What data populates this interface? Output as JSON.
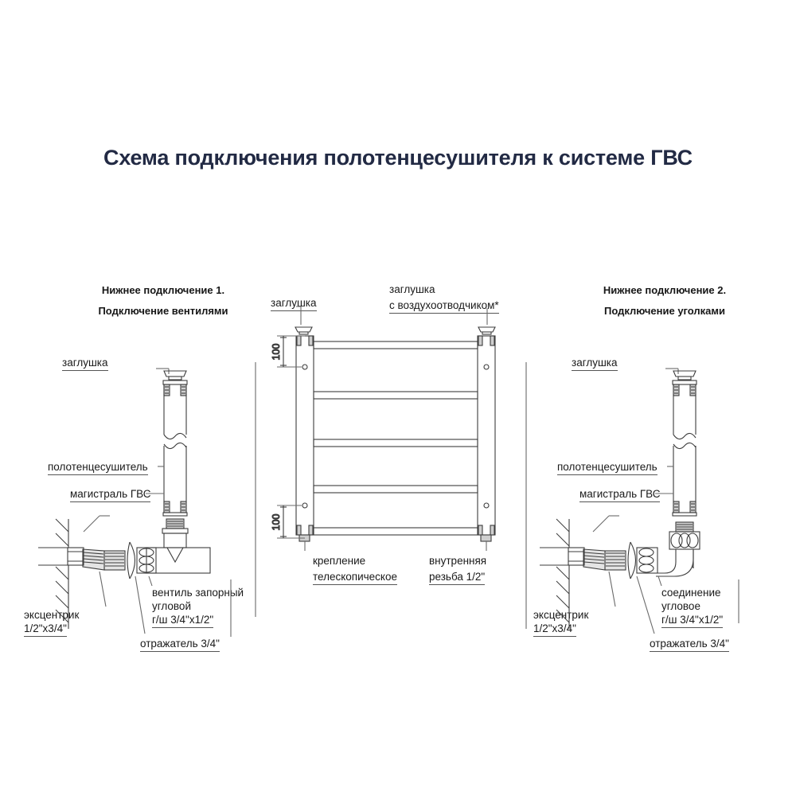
{
  "page": {
    "title": "Схема подключения полотенцесушителя к системе ГВС",
    "title_color": "#222a44",
    "background": "#ffffff",
    "line_color": "#3c3c3c"
  },
  "panels": {
    "left": {
      "heading_line1": "Нижнее подключение 1.",
      "heading_line2": "Подключение вентилями",
      "labels": {
        "cap": "заглушка",
        "towel_rail": "полотенцесушитель",
        "hot_water_main": "магистраль ГВС",
        "eccentric_line1": "эксцентрик",
        "eccentric_line2": "1/2\"x3/4\"",
        "reflector": "отражатель 3/4\"",
        "valve_line1": "вентиль запорный",
        "valve_line2": "угловой",
        "valve_line3": "г/ш 3/4\"x1/2\""
      }
    },
    "center": {
      "labels": {
        "cap": "заглушка",
        "air_vent_line1": "заглушка",
        "air_vent_line2": "с воздухоотводчиком*",
        "mount_line1": "крепление",
        "mount_line2": "телескопическое",
        "thread_line1": "внутренняя",
        "thread_line2": "резьба 1/2\"",
        "dim_top": "100",
        "dim_bottom": "100"
      }
    },
    "right": {
      "heading_line1": "Нижнее подключение 2.",
      "heading_line2": "Подключение уголками",
      "labels": {
        "cap": "заглушка",
        "towel_rail": "полотенцесушитель",
        "hot_water_main": "магистраль ГВС",
        "eccentric_line1": "эксцентрик",
        "eccentric_line2": "1/2\"x3/4\"",
        "reflector": "отражатель 3/4\"",
        "fitting_line1": "соединение",
        "fitting_line2": "угловое",
        "fitting_line3": "г/ш 3/4\"x1/2\""
      }
    }
  }
}
